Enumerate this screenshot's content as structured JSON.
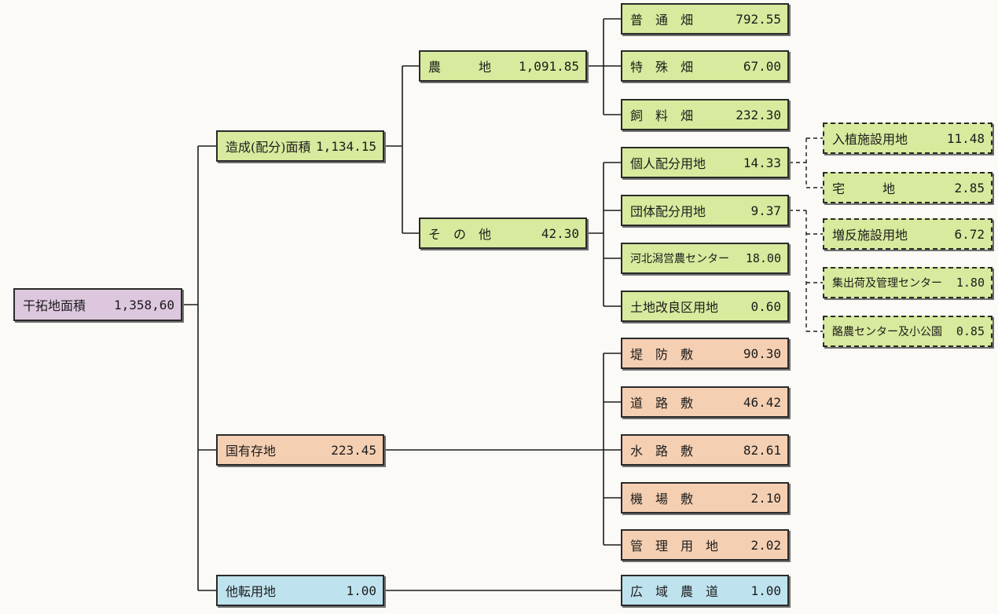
{
  "colors": {
    "root": "#ddc7de",
    "green": "#d7ea9d",
    "orange": "#f5cfb2",
    "blue": "#bfe3ee",
    "line": "#1c1c1c"
  },
  "root": {
    "label": "干拓地面積",
    "value": "1,358,60"
  },
  "branches": {
    "zousei": {
      "label": "造成(配分)面積",
      "value": "1,134.15"
    },
    "kokuyu": {
      "label": "国有存地",
      "value": "223.45"
    },
    "taten": {
      "label": "他転用地",
      "value": "1.00"
    }
  },
  "zousei_children": {
    "nouchi": {
      "label": "農　　　地",
      "value": "1,091.85"
    },
    "sonota": {
      "label": "そ　の　他",
      "value": "42.30"
    }
  },
  "nouchi_children": [
    {
      "label": "普　通　畑",
      "value": "792.55"
    },
    {
      "label": "特　殊　畑",
      "value": "67.00"
    },
    {
      "label": "飼　料　畑",
      "value": "232.30"
    }
  ],
  "sonota_children": [
    {
      "label": "個人配分用地",
      "value": "14.33"
    },
    {
      "label": "団体配分用地",
      "value": "9.37"
    },
    {
      "label": "河北潟営農センター",
      "value": "18.00"
    },
    {
      "label": "土地改良区用地",
      "value": "0.60"
    }
  ],
  "kojin_children": [
    {
      "label": "入植施設用地",
      "value": "11.48"
    },
    {
      "label": "宅　　　地",
      "value": "2.85"
    }
  ],
  "dantai_children": [
    {
      "label": "増反施設用地",
      "value": "6.72"
    },
    {
      "label": "集出荷及管理センター",
      "value": "1.80"
    },
    {
      "label": "酪農センター及小公園",
      "value": "0.85"
    }
  ],
  "kokuyu_children": [
    {
      "label": "堤　防　敷",
      "value": "90.30"
    },
    {
      "label": "道　路　敷",
      "value": "46.42"
    },
    {
      "label": "水　路　敷",
      "value": "82.61"
    },
    {
      "label": "機　場　敷",
      "value": "2.10"
    },
    {
      "label": "管　理　用　地",
      "value": "2.02"
    }
  ],
  "taten_children": [
    {
      "label": "広　域　農　道",
      "value": "1.00"
    }
  ]
}
